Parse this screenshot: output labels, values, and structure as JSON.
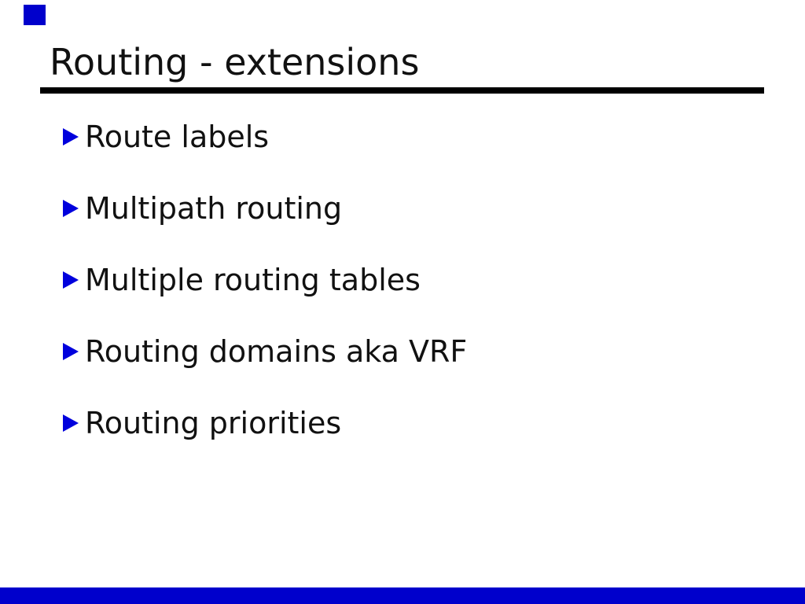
{
  "slide": {
    "title": "Routing - extensions",
    "bullets": [
      "Route labels",
      "Multipath routing",
      "Multiple routing tables",
      "Routing domains aka VRF",
      "Routing priorities"
    ]
  },
  "icons": {
    "bullet": "right-pointing-triangle"
  },
  "colors": {
    "background": "#ffffff",
    "text": "#111111",
    "title_underline": "#000000",
    "bullet_triangle_blue": "#0000dd",
    "decoration_blue": "#0000cc"
  }
}
